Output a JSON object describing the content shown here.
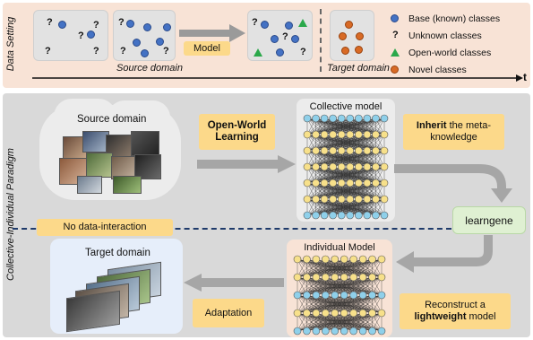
{
  "data_setting": {
    "section_label": "Data Setting",
    "model_label": "Model",
    "source_domain_label": "Source domain",
    "target_domain_label": "Target domain",
    "time_axis_label": "t",
    "unknown_mark": "?",
    "legend": [
      {
        "label": "Base (known) classes",
        "marker": "blue-circle"
      },
      {
        "label": "Unknown classes",
        "marker": "question-mark"
      },
      {
        "label": "Open-world classes",
        "marker": "green-triangle"
      },
      {
        "label": "Novel classes",
        "marker": "orange-circle"
      }
    ]
  },
  "paradigm": {
    "section_label": "Collective-Individual Paradigm",
    "source_domain_label": "Source domain",
    "open_world_learning_label": "Open-World Learning",
    "collective_model_label": "Collective model",
    "inherit_bold": "Inherit",
    "inherit_rest": " the meta-knowledge",
    "learngene_label": "learngene",
    "no_interaction_label": "No data-interaction",
    "individual_model_label": "Individual Model",
    "target_domain_label": "Target domain",
    "adaptation_label": "Adaptation",
    "reconstruct_line1": "Reconstruct a",
    "reconstruct_bold": "lightweight",
    "reconstruct_rest": " model"
  },
  "colors": {
    "base_class": "#4472c4",
    "novel_class": "#d86a25",
    "open_world_class": "#2aa84a",
    "label_box": "#fcd98a",
    "learngene_box": "#dff0d2",
    "top_panel": "#f8e3d6",
    "bottom_panel": "#d9d9d9"
  }
}
